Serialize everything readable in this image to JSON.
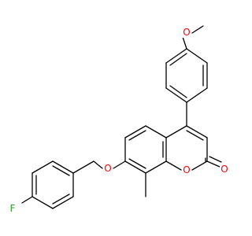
{
  "molecule": {
    "atom_labels": {
      "ring_oxygen": "O",
      "carbonyl_oxygen": "O",
      "ether_oxygen": "O",
      "methoxy_oxygen": "O",
      "fluorine": "F"
    },
    "colors": {
      "bond": "#000000",
      "oxygen": "#ff0000",
      "fluorine": "#2aa02a",
      "background": "#ffffff"
    }
  }
}
